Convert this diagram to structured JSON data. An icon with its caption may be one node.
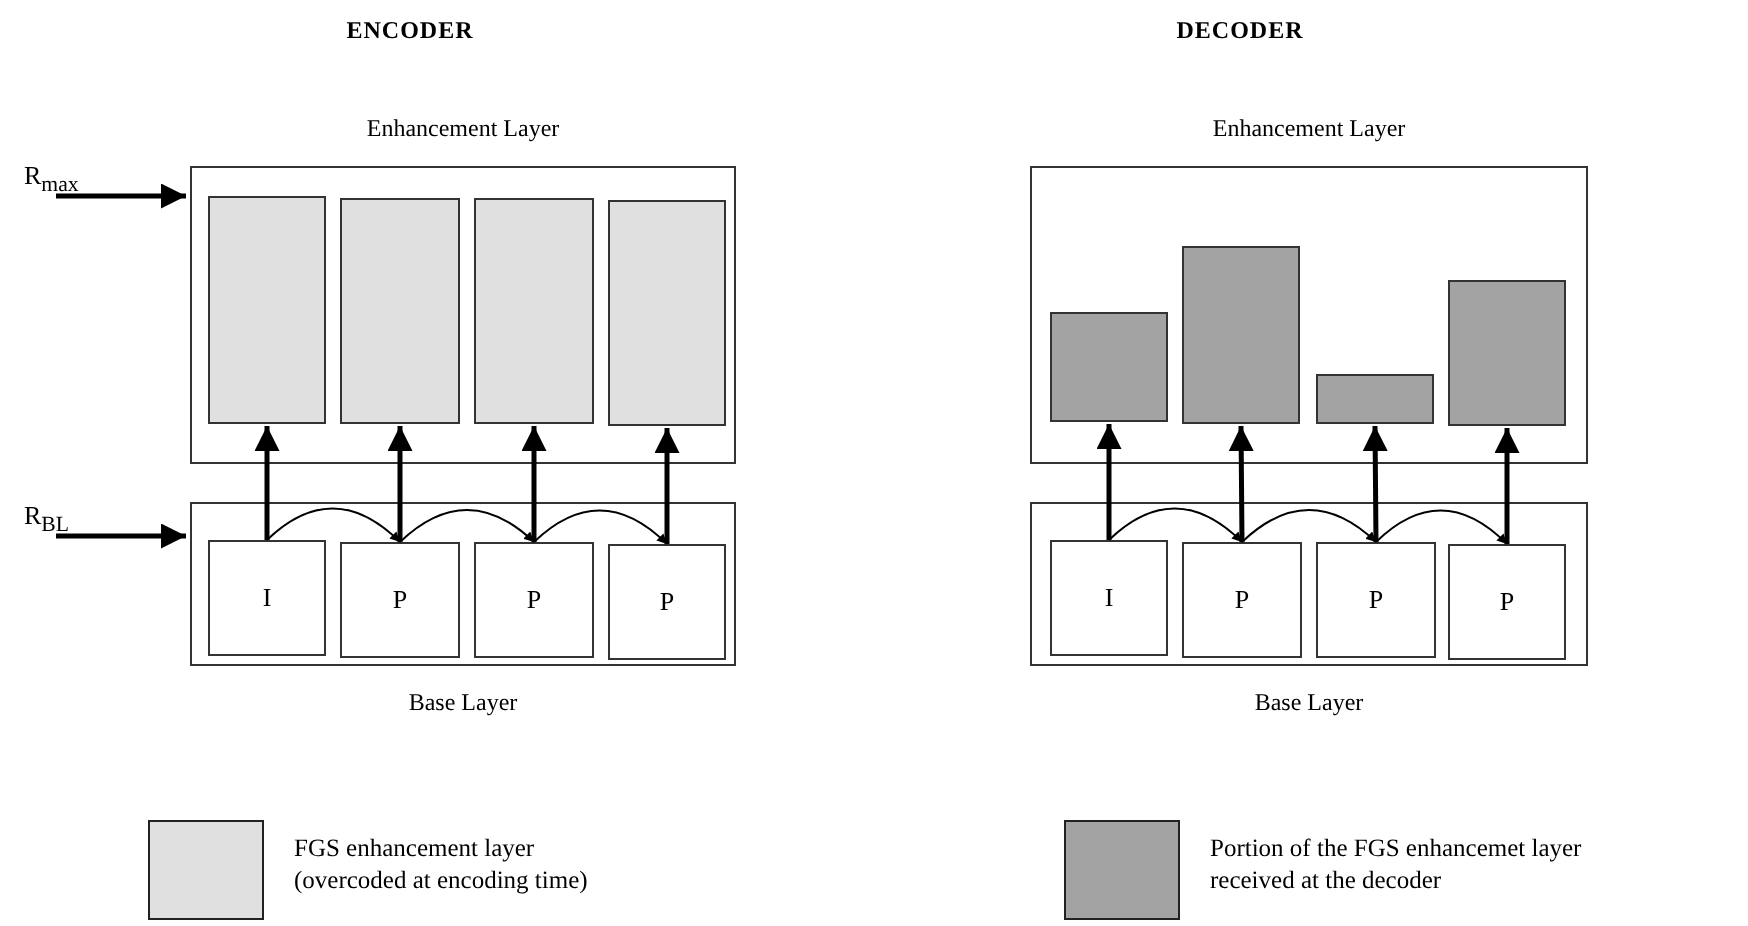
{
  "diagram": {
    "nodes": [
      {
        "text": [
          "R$_{max}$"
        ]
      },
      {
        "text": [
          "Enhancement Layer"
        ]
      },
      {
        "text": [],
        "shape": "box",
        "in": 1
      },
      {
        "text": [],
        "shape": "box",
        "in": 1
      },
      {
        "text": [],
        "shape": "box",
        "in": 1
      },
      {
        "text": [],
        "shape": "box",
        "in": 1
      },
      {
        "text": [
          "R$_{BL}$"
        ]
      },
      {
        "text": [
          "Base Layer"
        ]
      },
      {
        "text": [
          "I"
        ],
        "in": 7
      },
      {
        "text": [
          "P"
        ],
        "in": 7
      },
      {
        "text": [
          "P"
        ],
        "in": 7
      },
      {
        "text": [
          "P"
        ],
        "in": 7
      },
      {
        "text": [
          "Enhancement Layer"
        ]
      },
      {
        "text": [],
        "shape": "box",
        "in": 12
      },
      {
        "text": [],
        "shape": "box",
        "in": 12
      },
      {
        "text": [],
        "shape": "box",
        "in": 12
      },
      {
        "text": [],
        "shape": "box",
        "in": 12
      },
      {
        "text": [
          "Base Layer"
        ]
      },
      {
        "text": [
          "I"
        ],
        "in": 17
      },
      {
        "text": [
          "P"
        ],
        "in": 17
      },
      {
        "text": [
          "P"
        ],
        "in": 17
      },
      {
        "text": [
          "P"
        ],
        "in": 17
      }
    ],
    "edges": [
      {
        "from": 0,
        "to": 1,
        "arrow": "to"
      },
      {
        "from": 6,
        "to": 7,
        "arrow": "to"
      },
      {
        "from": 8,
        "to": 2,
        "arrow": "to"
      },
      {
        "from": 9,
        "to": 3,
        "arrow": "to"
      },
      {
        "from": 10,
        "to": 4,
        "arrow": "to"
      },
      {
        "from": 11,
        "to": 5,
        "arrow": "to"
      },
      {
        "from": 8,
        "to": 9,
        "arrow": "to"
      },
      {
        "from": 9,
        "to": 10,
        "arrow": "to"
      },
      {
        "from": 10,
        "to": 11,
        "arrow": "to"
      },
      {
        "from": 18,
        "to": 13,
        "arrow": "to"
      },
      {
        "from": 19,
        "to": 14,
        "arrow": "to"
      },
      {
        "from": 20,
        "to": 15,
        "arrow": "to"
      },
      {
        "from": 21,
        "to": 16,
        "arrow": "to"
      },
      {
        "from": 18,
        "to": 19,
        "arrow": "to"
      },
      {
        "from": 19,
        "to": 20,
        "arrow": "to"
      },
      {
        "from": 20,
        "to": 21,
        "arrow": "to"
      }
    ],
    "labels": [
      "ENCODER",
      "DECODER"
    ],
    "legend": [
      {
        "text": "FGS enhancement layer (overcoded at encoding time)",
        "color": "#e0e0e0"
      },
      {
        "text": "Portion of the FGS enhancemet layer received at the decoder",
        "color": "#a3a3a3"
      }
    ]
  }
}
